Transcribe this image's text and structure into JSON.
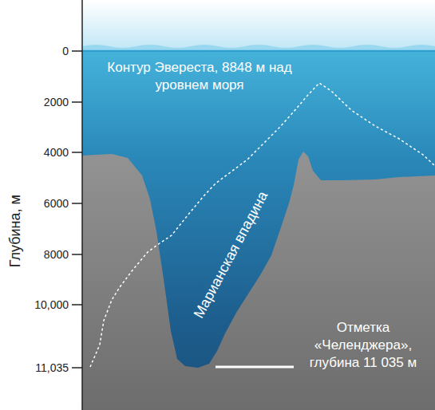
{
  "diagram": {
    "labels": [
      "Контур Эвереста, 8848 м над уровнем моря",
      "Марианская впадина",
      "Отметка «Челенджера», глубина 11 035 м",
      "Глубина, м",
      "0",
      "2000",
      "4000",
      "6000",
      "8000",
      "10,000",
      "11,035"
    ]
  }
}
